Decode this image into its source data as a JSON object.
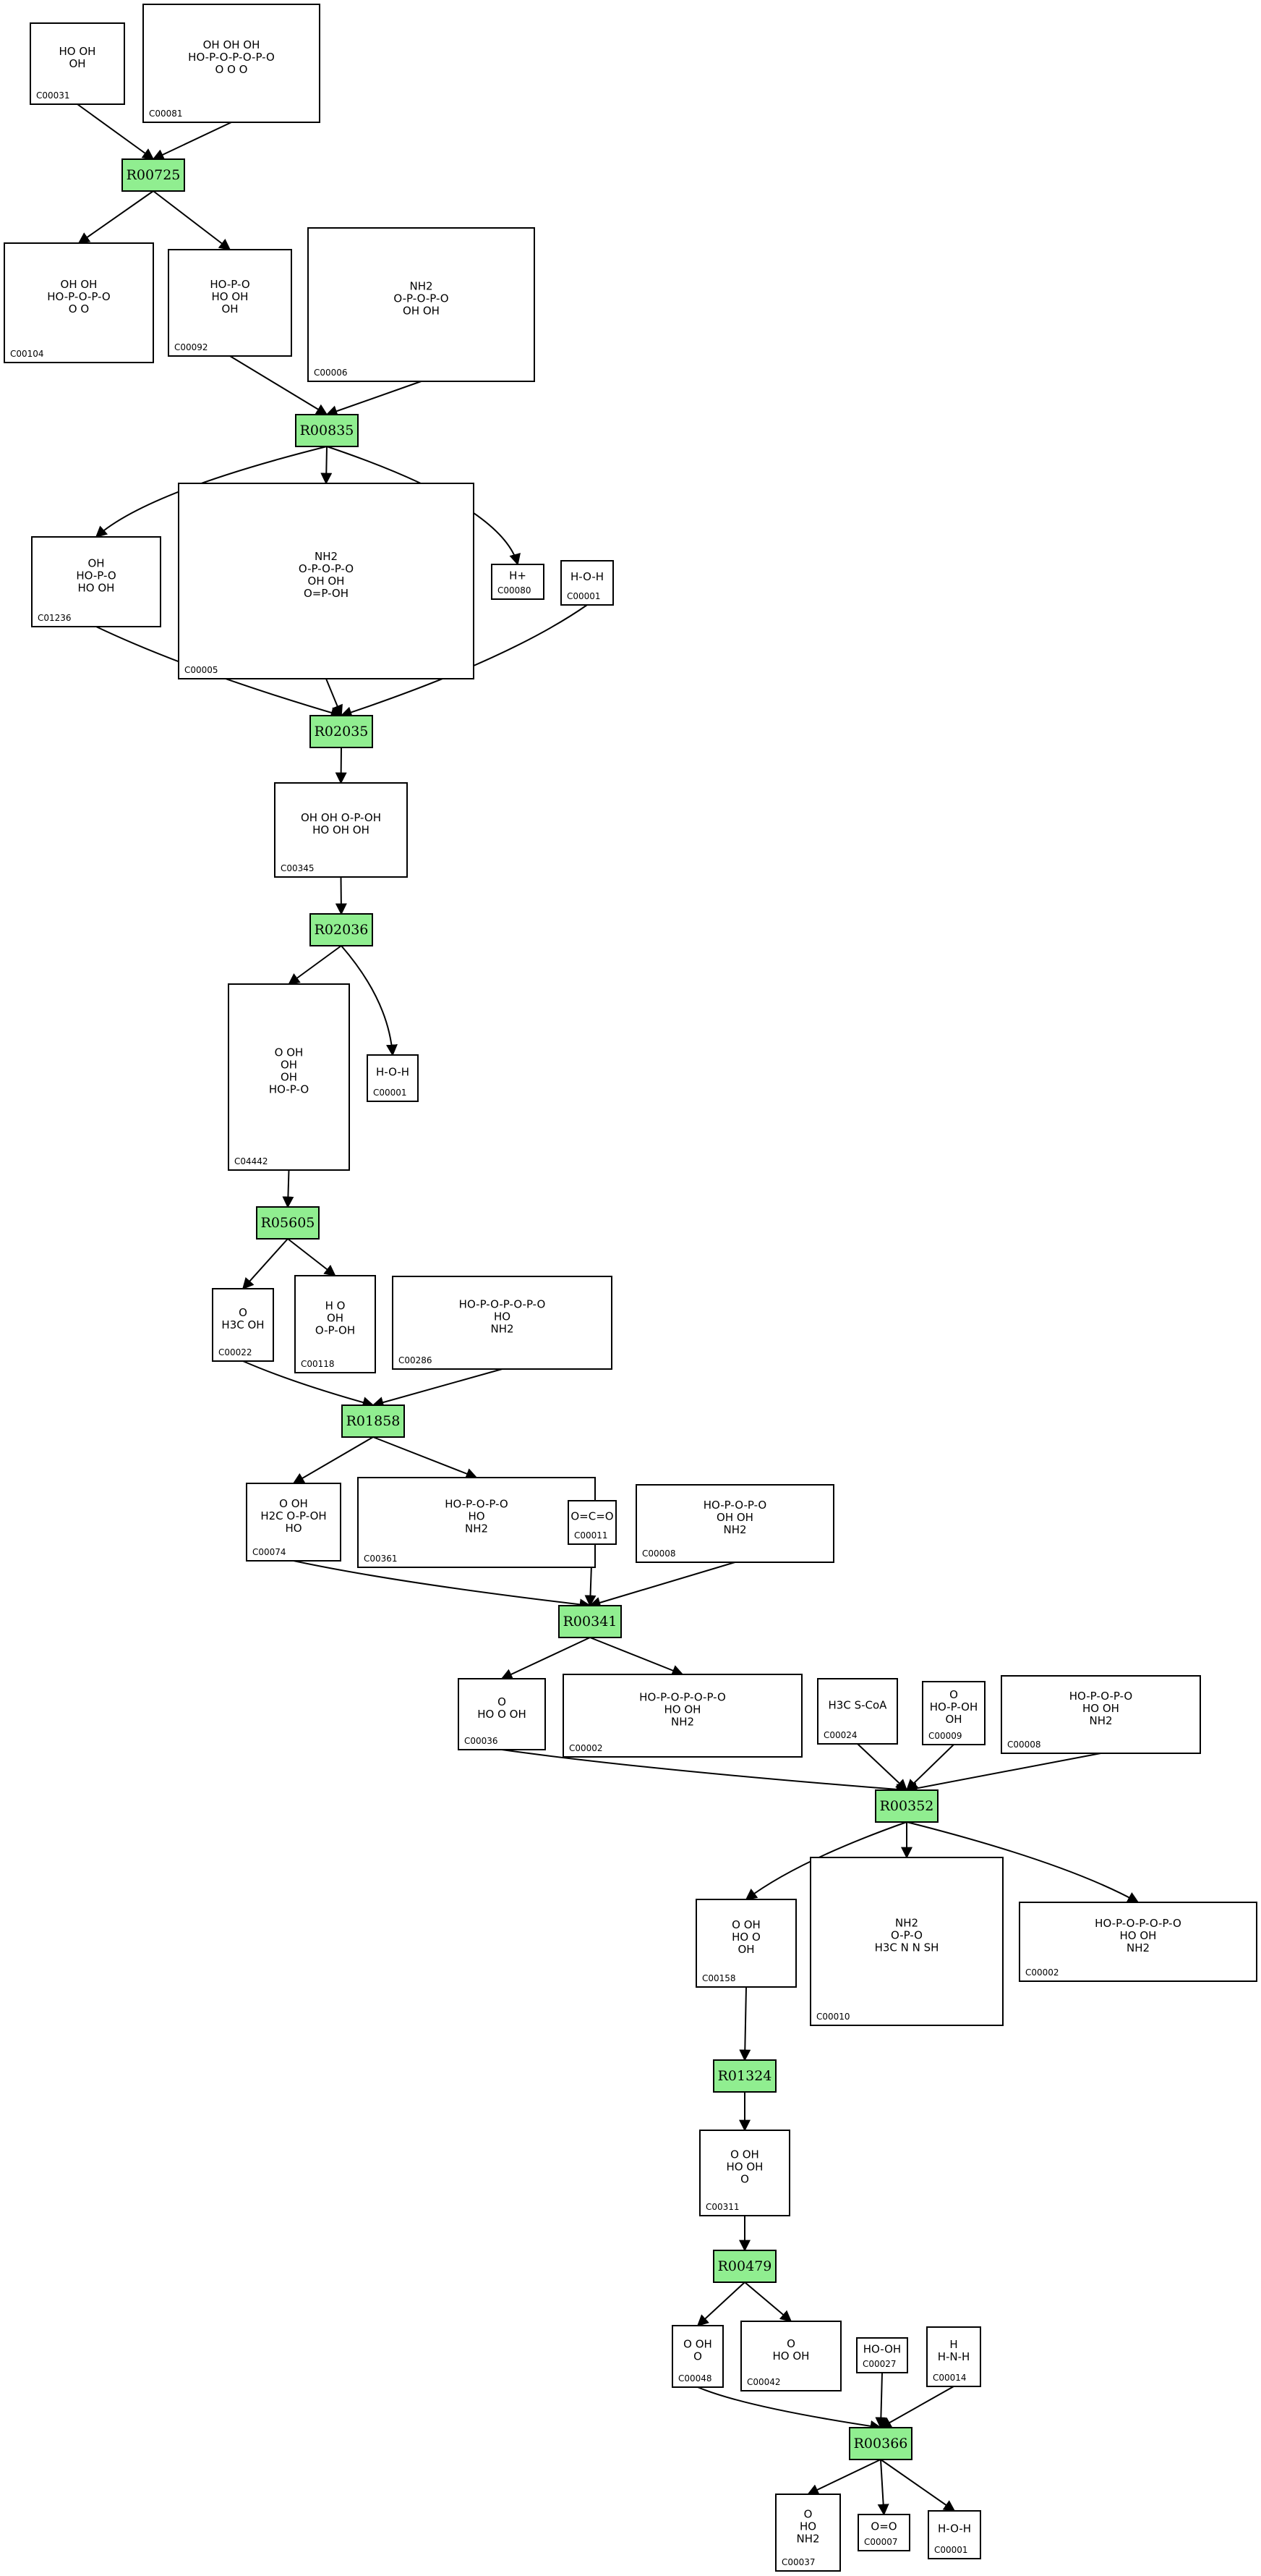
{
  "reactions": [
    {
      "id": "R00725"
    },
    {
      "id": "R00835"
    },
    {
      "id": "R02035"
    },
    {
      "id": "R02036"
    },
    {
      "id": "R05605"
    },
    {
      "id": "R01858"
    },
    {
      "id": "R00341"
    },
    {
      "id": "R00352"
    },
    {
      "id": "R01324"
    },
    {
      "id": "R00479"
    },
    {
      "id": "R00366"
    }
  ],
  "compounds": [
    {
      "id": "C00031",
      "formula": [
        "HO  OH",
        "OH"
      ]
    },
    {
      "id": "C00081",
      "formula": [
        "OH  OH  OH",
        "HO-P-O-P-O-P-O",
        "O   O   O"
      ]
    },
    {
      "id": "C00104",
      "formula": [
        "OH  OH",
        "HO-P-O-P-O",
        "O   O"
      ]
    },
    {
      "id": "C00092",
      "formula": [
        "HO-P-O",
        "HO  OH",
        "OH"
      ]
    },
    {
      "id": "C00006",
      "formula": [
        "NH2",
        "O-P-O-P-O",
        "OH  OH"
      ]
    },
    {
      "id": "C01236",
      "formula": [
        "OH",
        "HO-P-O",
        "HO  OH"
      ]
    },
    {
      "id": "C00005",
      "formula": [
        "NH2",
        "O-P-O-P-O",
        "OH   OH",
        "O=P-OH"
      ]
    },
    {
      "id": "C00080",
      "formula": [
        "H+"
      ]
    },
    {
      "id": "C00001",
      "formula": [
        "H-O-H"
      ]
    },
    {
      "id": "C00345",
      "formula": [
        "OH  OH  O-P-OH",
        "HO  OH  OH"
      ]
    },
    {
      "id": "C00001",
      "formula": [
        "H-O-H"
      ]
    },
    {
      "id": "C04442",
      "formula": [
        "O   OH",
        "OH",
        "OH",
        "HO-P-O"
      ]
    },
    {
      "id": "C00022",
      "formula": [
        "O",
        "H3C   OH"
      ]
    },
    {
      "id": "C00118",
      "formula": [
        "H  O",
        "OH",
        "O-P-OH"
      ]
    },
    {
      "id": "C00286",
      "formula": [
        "HO-P-O-P-O-P-O",
        "HO",
        "NH2"
      ]
    },
    {
      "id": "C00074",
      "formula": [
        "O  OH",
        "H2C  O-P-OH",
        "HO"
      ]
    },
    {
      "id": "C00361",
      "formula": [
        "HO-P-O-P-O",
        "HO",
        "NH2"
      ]
    },
    {
      "id": "C00011",
      "formula": [
        "O=C=O"
      ]
    },
    {
      "id": "C00008",
      "formula": [
        "HO-P-O-P-O",
        "OH  OH",
        "NH2"
      ]
    },
    {
      "id": "C00036",
      "formula": [
        "O",
        "HO  O   OH"
      ]
    },
    {
      "id": "C00002",
      "formula": [
        "HO-P-O-P-O-P-O",
        "HO  OH",
        "NH2"
      ]
    },
    {
      "id": "C00024",
      "formula": [
        "H3C  S-CoA"
      ]
    },
    {
      "id": "C00009",
      "formula": [
        "O",
        "HO-P-OH",
        "OH"
      ]
    },
    {
      "id": "C00008",
      "formula": [
        "HO-P-O-P-O",
        "HO  OH",
        "NH2"
      ]
    },
    {
      "id": "C00158",
      "formula": [
        "O  OH",
        "HO  O",
        "OH"
      ]
    },
    {
      "id": "C00010",
      "formula": [
        "NH2",
        "O-P-O",
        "H3C  N   N  SH"
      ]
    },
    {
      "id": "C00002",
      "formula": [
        "HO-P-O-P-O-P-O",
        "HO  OH",
        "NH2"
      ]
    },
    {
      "id": "C00311",
      "formula": [
        "O  OH",
        "HO  OH",
        "O"
      ]
    },
    {
      "id": "C00048",
      "formula": [
        "O  OH",
        "O"
      ]
    },
    {
      "id": "C00042",
      "formula": [
        "O",
        "HO   OH"
      ]
    },
    {
      "id": "C00027",
      "formula": [
        "HO-OH"
      ]
    },
    {
      "id": "C00014",
      "formula": [
        "H",
        "H-N-H"
      ]
    },
    {
      "id": "C00037",
      "formula": [
        "O",
        "HO",
        "NH2"
      ]
    },
    {
      "id": "C00007",
      "formula": [
        "O=O"
      ]
    },
    {
      "id": "C00001",
      "formula": [
        "H-O-H"
      ]
    }
  ],
  "colors": {
    "reaction_fill": "#90ee90",
    "stroke": "#000000",
    "background": "#ffffff"
  }
}
